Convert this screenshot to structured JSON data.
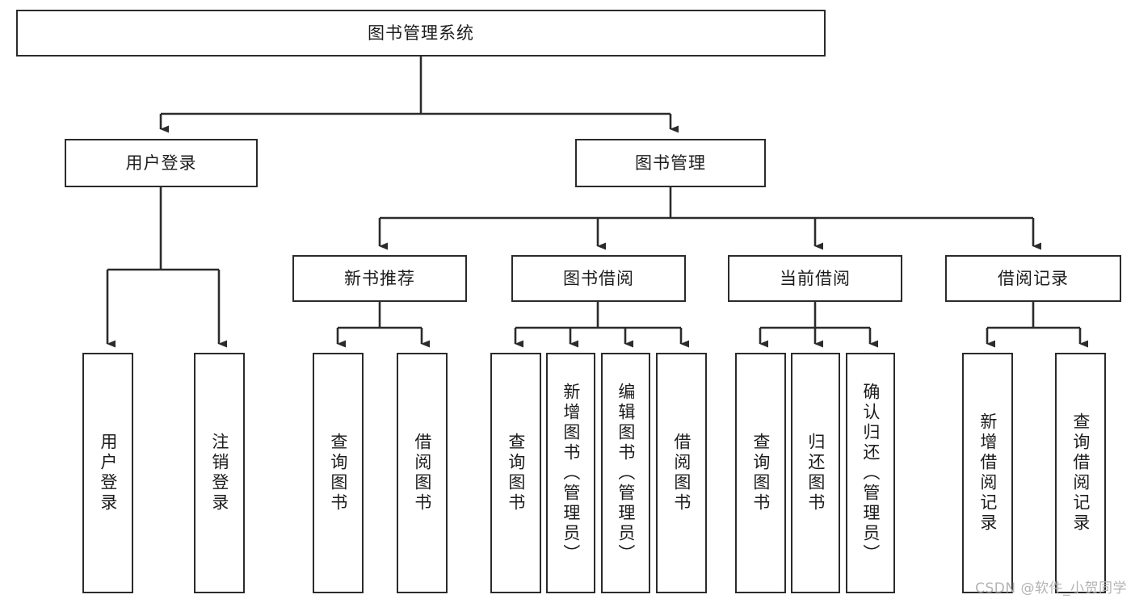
{
  "diagram": {
    "title": "图书管理系统",
    "type": "tree-hierarchy-chart",
    "orientation": "top-down",
    "line_color": "#2b2b2b",
    "box_fill": "#ffffff",
    "text_color": "#1c1c1c"
  },
  "nodes": {
    "root": {
      "label": "图书管理系统"
    },
    "level1": [
      {
        "id": "user-login",
        "label": "用户登录"
      },
      {
        "id": "book-manage",
        "label": "图书管理"
      }
    ],
    "level2": [
      {
        "id": "new-book-recommend",
        "label": "新书推荐"
      },
      {
        "id": "book-borrow",
        "label": "图书借阅"
      },
      {
        "id": "current-borrow",
        "label": "当前借阅"
      },
      {
        "id": "borrow-record",
        "label": "借阅记录"
      }
    ],
    "leaves": {
      "user-login": [
        {
          "id": "leaf-user-login",
          "label": "用户登录"
        },
        {
          "id": "leaf-logout-login",
          "label": "注销登录"
        }
      ],
      "new-book-recommend": [
        {
          "id": "leaf-query-book-1",
          "label": "查询图书"
        },
        {
          "id": "leaf-borrow-book-1",
          "label": "借阅图书"
        }
      ],
      "book-borrow": [
        {
          "id": "leaf-query-book-2",
          "label": "查询图书"
        },
        {
          "id": "leaf-add-book",
          "label": "新增图书（管理员）"
        },
        {
          "id": "leaf-edit-book",
          "label": "编辑图书（管理员）"
        },
        {
          "id": "leaf-borrow-book-2",
          "label": "借阅图书"
        }
      ],
      "current-borrow": [
        {
          "id": "leaf-query-book-3",
          "label": "查询图书"
        },
        {
          "id": "leaf-return-book",
          "label": "归还图书"
        },
        {
          "id": "leaf-confirm-return",
          "label": "确认归还（管理员）"
        }
      ],
      "borrow-record": [
        {
          "id": "leaf-add-record",
          "label": "新增借阅记录"
        },
        {
          "id": "leaf-query-record",
          "label": "查询借阅记录"
        }
      ]
    }
  },
  "watermark": {
    "text": "CSDN @软件_小贺同学"
  }
}
